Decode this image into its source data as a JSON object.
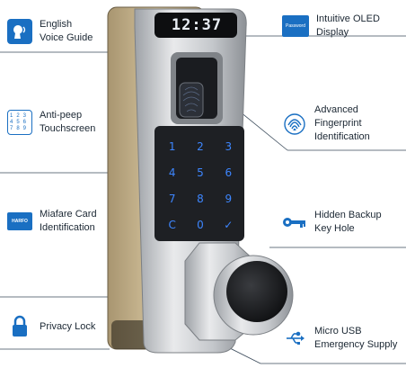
{
  "features": {
    "voice": "English\nVoice Guide",
    "touch": "Anti-peep\nTouchscreen",
    "card": "Miafare Card\nIdentification",
    "privacy": "Privacy Lock",
    "oled": "Intuitive OLED\nDisplay",
    "fingerprint": "Advanced\nFingerprint\nIdentification",
    "backup": "Hidden Backup\nKey Hole",
    "usb": "Micro USB\nEmergency Supply"
  },
  "icons": {
    "oled_badge": "Password",
    "card_badge": "HARFO",
    "keypad_mini": [
      "1",
      "2",
      "3",
      "4",
      "5",
      "6",
      "7",
      "8",
      "9"
    ]
  },
  "lock": {
    "display_time": "12:37",
    "keypad": [
      "1",
      "2",
      "3",
      "4",
      "5",
      "6",
      "7",
      "8",
      "9",
      "C",
      "0",
      "✓"
    ]
  },
  "colors": {
    "accent": "#1a6fc2",
    "panel": "#1e2024",
    "backplate": "#c8b690",
    "silver": "#c9ccd0"
  }
}
